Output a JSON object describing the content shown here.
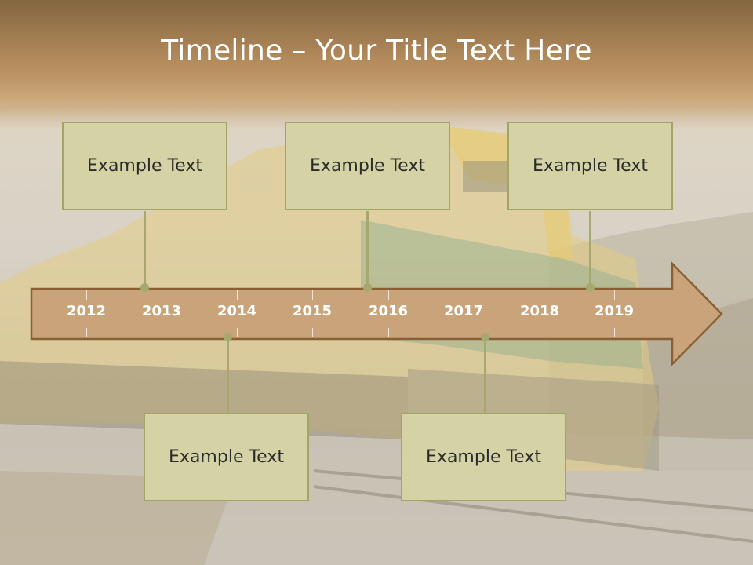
{
  "slide": {
    "title": "Timeline – Your Title Text Here",
    "years": [
      "2012",
      "2013",
      "2014",
      "2015",
      "2016",
      "2017",
      "2018",
      "2019"
    ],
    "callouts_top": [
      {
        "label": "Example Text"
      },
      {
        "label": "Example Text"
      },
      {
        "label": "Example Text"
      }
    ],
    "callouts_bottom": [
      {
        "label": "Example Text"
      },
      {
        "label": "Example Text"
      }
    ]
  },
  "colors": {
    "arrow_fill": "#c9a47a",
    "arrow_stroke": "#8b5e34",
    "callout_fill": "#d5d3a6",
    "callout_border": "#a3a567",
    "title_band": "#b68e5e"
  }
}
